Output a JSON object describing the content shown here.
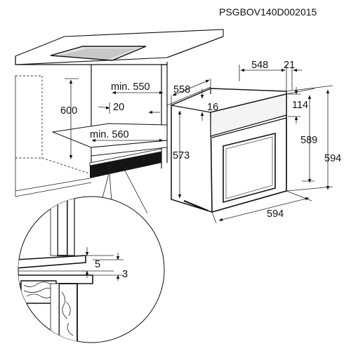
{
  "drawing_code": "PSGBOV140D002015",
  "cabinet": {
    "height": "600",
    "min_depth_top": "min. 550",
    "gap_20": "20",
    "min_width": "min. 560"
  },
  "oven": {
    "depth_548": "548",
    "offset_21": "21",
    "depth_558": "558",
    "panel_16": "16",
    "panel_114": "114",
    "height_573": "573",
    "height_589": "589",
    "height_594": "594",
    "width_594": "594"
  },
  "detail": {
    "gap_5": "5",
    "gap_3": "3",
    "warning_glyph": "!"
  },
  "icons": [
    "warning-triangle-icon"
  ]
}
